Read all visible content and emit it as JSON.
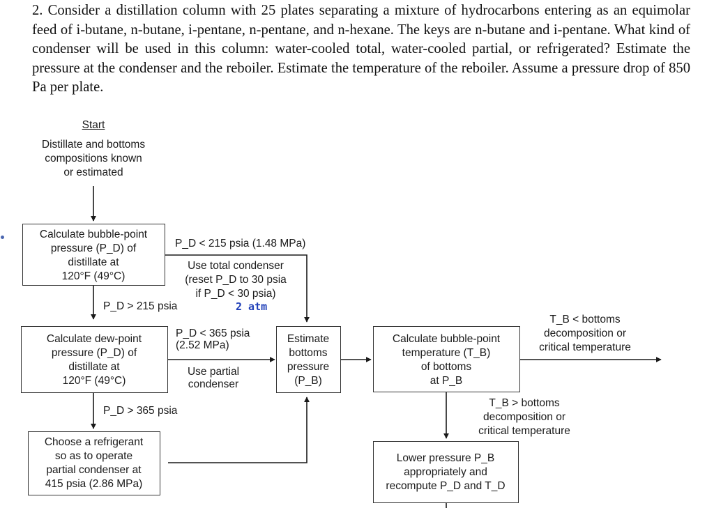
{
  "problem": {
    "text": "2. Consider a distillation column with 25 plates separating a mixture of hydrocarbons entering as an equimolar feed of i-butane, n-butane, i-pentane, n-pentane, and n-hexane. The keys are n-butane and i-pentane. What kind of condenser will be used in this column: water-cooled total, water-cooled partial, or refrigerated? Estimate the pressure at the condenser and the reboiler. Estimate the temperature of the reboiler. Assume a pressure drop of 850 Pa per plate."
  },
  "flowchart": {
    "start_label": "Start",
    "start_text": [
      "Distillate and bottoms",
      "compositions known",
      "or estimated"
    ],
    "box_bubble_distillate": [
      "Calculate bubble-point",
      "pressure (P_D) of",
      "distillate at",
      "120°F (49°C)"
    ],
    "box_dew_distillate": [
      "Calculate dew-point",
      "pressure (P_D) of",
      "distillate at",
      "120°F (49°C)"
    ],
    "box_refrigerant": [
      "Choose a refrigerant",
      "so as to operate",
      "partial condenser at",
      "415 psia (2.86 MPa)"
    ],
    "box_estimate_bottoms": [
      "Estimate",
      "bottoms",
      "pressure",
      "(P_B)"
    ],
    "box_bubble_bottoms": [
      "Calculate bubble-point",
      "temperature (T_B)",
      "of bottoms",
      "at P_B"
    ],
    "box_lower_pressure": [
      "Lower pressure P_B",
      "appropriately and",
      "recompute P_D and T_D"
    ],
    "label_pd_lt_215": "P_D < 215 psia (1.48 MPa)",
    "label_total_condenser": [
      "Use total condenser",
      "(reset P_D to 30 psia",
      "if P_D < 30 psia)"
    ],
    "label_pd_gt_215": "P_D > 215 psia",
    "label_pd_lt_365": [
      "P_D < 365 psia",
      "(2.52 MPa)"
    ],
    "label_partial_condenser": [
      "Use partial",
      "condenser"
    ],
    "label_pd_gt_365": "P_D > 365 psia",
    "label_tb_lt": [
      "T_B < bottoms",
      "decomposition or",
      "critical temperature"
    ],
    "label_tb_gt": [
      "T_B > bottoms",
      "decomposition or",
      "critical temperature"
    ],
    "handwritten_note": "2 atm"
  }
}
